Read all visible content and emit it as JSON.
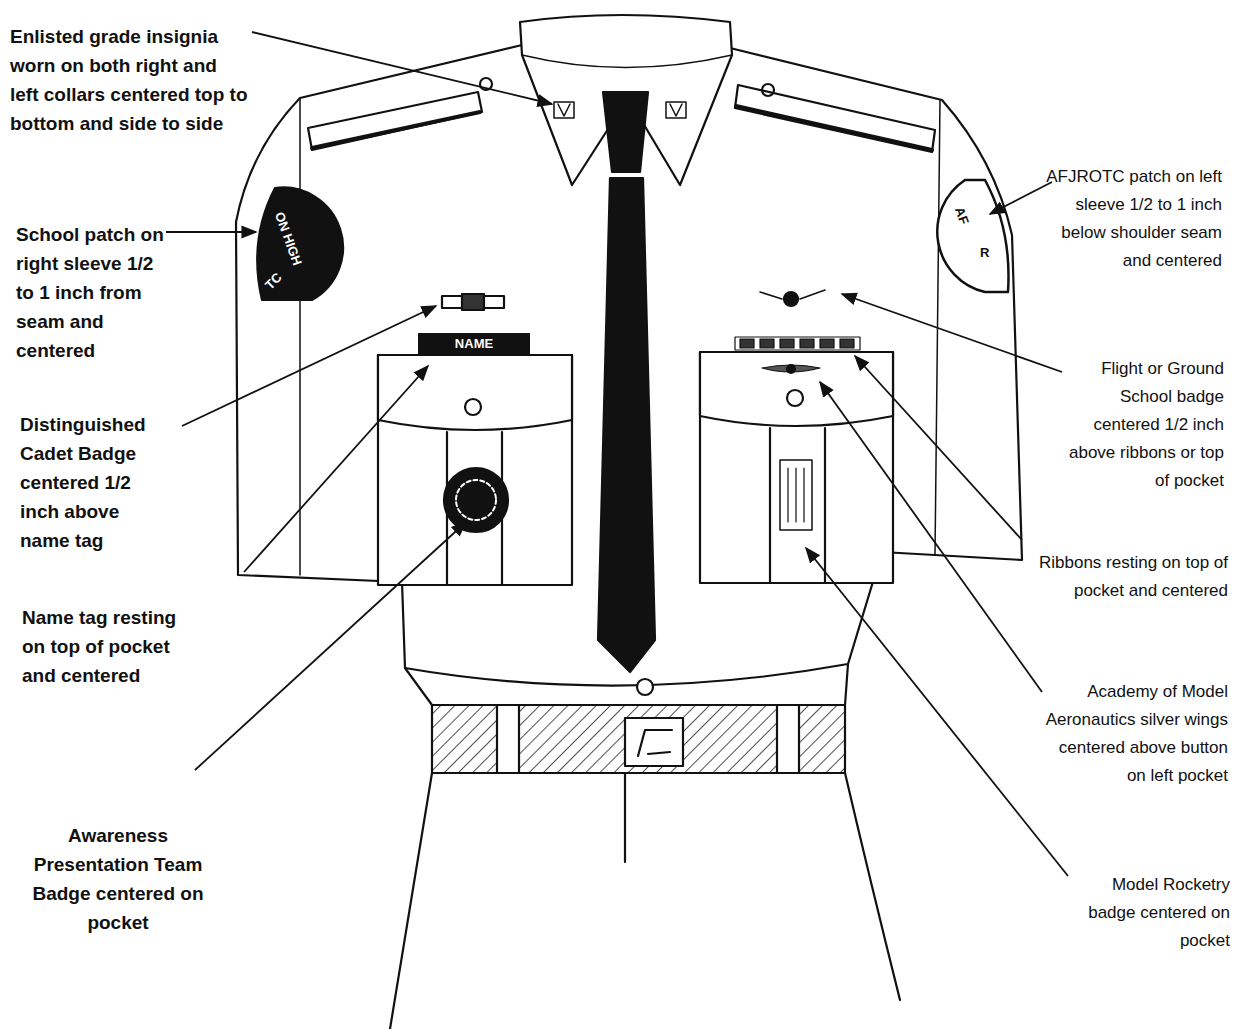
{
  "diagram": {
    "nodes": [
      {
        "text": [
          "NAME"
        ]
      }
    ],
    "labels": [
      "Enlisted grade insignia worn on both right and left collars centered top to bottom and side to side",
      "School patch on right sleeve 1/2 to 1 inch from seam and centered",
      "Distinguished Cadet Badge centered 1/2 inch above name tag",
      "Name tag resting on top of pocket and centered",
      "Awareness Presentation Team Badge centered on pocket",
      "AFJROTC patch on left sleeve 1/2 to 1 inch below shoulder seam and centered",
      "Flight or Ground School badge centered 1/2 inch above ribbons or top of pocket",
      "Ribbons resting on top of pocket and centered",
      "Academy of Model Aeronautics silver wings centered above button on left pocket",
      "Model Rocketry badge centered on pocket",
      "ON HIGH",
      "TC",
      "AF",
      "R"
    ]
  }
}
